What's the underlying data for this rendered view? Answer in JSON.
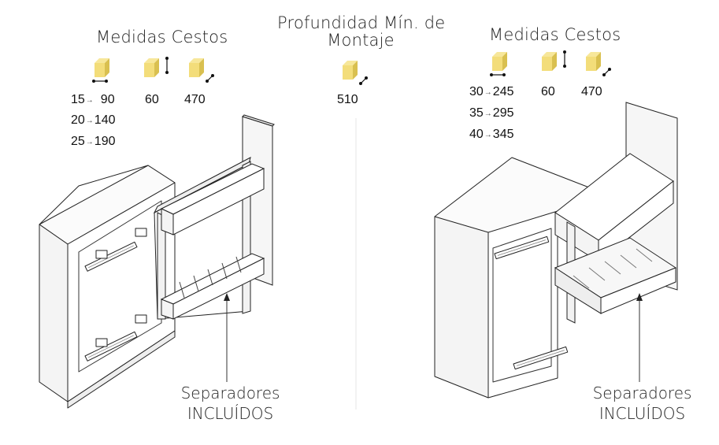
{
  "left": {
    "title": "Medidas Cestos",
    "widths": [
      {
        "from": "15",
        "to": "90"
      },
      {
        "from": "20",
        "to": "140"
      },
      {
        "from": "25",
        "to": "190"
      }
    ],
    "height": "60",
    "depth": "470",
    "caption_line1": "Separadores",
    "caption_line2": "INCLUÍDOS"
  },
  "center": {
    "title_line1": "Profundidad Mín. de",
    "title_line2": "Montaje",
    "depth": "510"
  },
  "right": {
    "title": "Medidas Cestos",
    "widths": [
      {
        "from": "30",
        "to": "245"
      },
      {
        "from": "35",
        "to": "295"
      },
      {
        "from": "40",
        "to": "345"
      }
    ],
    "height": "60",
    "depth": "470",
    "caption_line1": "Separadores",
    "caption_line2": "INCLUÍDOS"
  },
  "icons": {
    "cube_color": "#f3dd7a",
    "cube_dark": "#d9c050",
    "arrow_glyph": "→"
  }
}
